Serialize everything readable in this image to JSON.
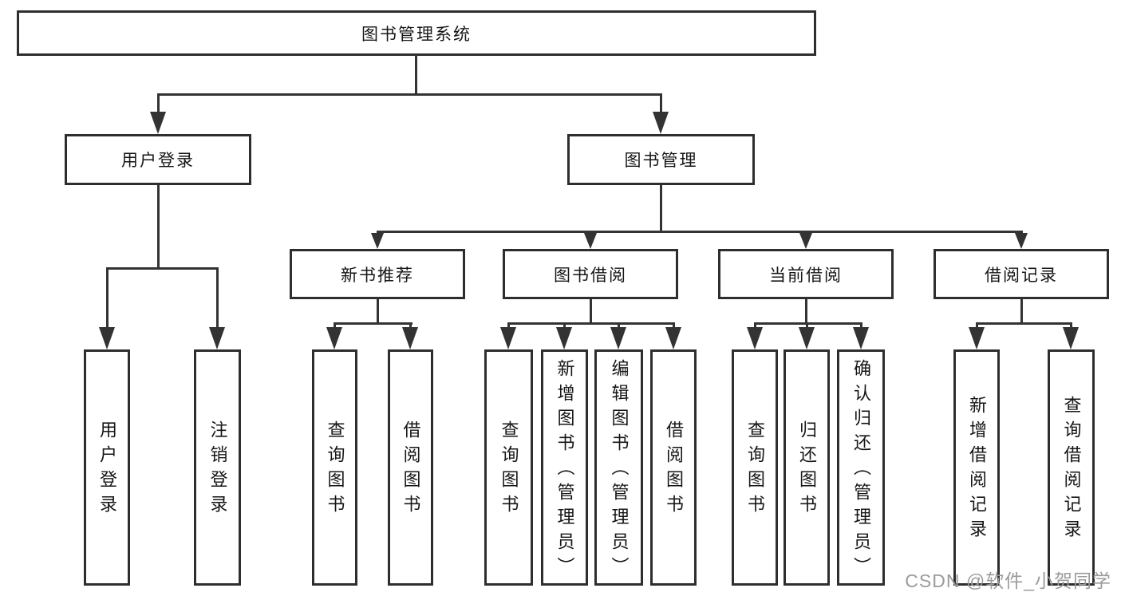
{
  "title": "图书管理系统",
  "tree": {
    "root": {
      "label": "图书管理系统",
      "children": [
        {
          "label": "用户登录",
          "children": [
            {
              "label": "用户登录"
            },
            {
              "label": "注销登录"
            }
          ]
        },
        {
          "label": "图书管理",
          "children": [
            {
              "label": "新书推荐",
              "children": [
                {
                  "label": "查询图书"
                },
                {
                  "label": "借阅图书"
                }
              ]
            },
            {
              "label": "图书借阅",
              "children": [
                {
                  "label": "查询图书"
                },
                {
                  "label": "新增图书（管理员）"
                },
                {
                  "label": "编辑图书（管理员）"
                },
                {
                  "label": "借阅图书"
                }
              ]
            },
            {
              "label": "当前借阅",
              "children": [
                {
                  "label": "查询图书"
                },
                {
                  "label": "归还图书"
                },
                {
                  "label": "确认归还（管理员）"
                }
              ]
            },
            {
              "label": "借阅记录",
              "children": [
                {
                  "label": "新增借阅记录"
                },
                {
                  "label": "查询借阅记录"
                }
              ]
            }
          ]
        }
      ]
    }
  },
  "watermark": "CSDN @软件_小贺同学",
  "colors": {
    "line": "#333333",
    "box_border": "#2e2e2e",
    "box_fill": "#ffffff",
    "text": "#161616",
    "watermark": "#9b9b9b",
    "background": "#ffffff"
  }
}
